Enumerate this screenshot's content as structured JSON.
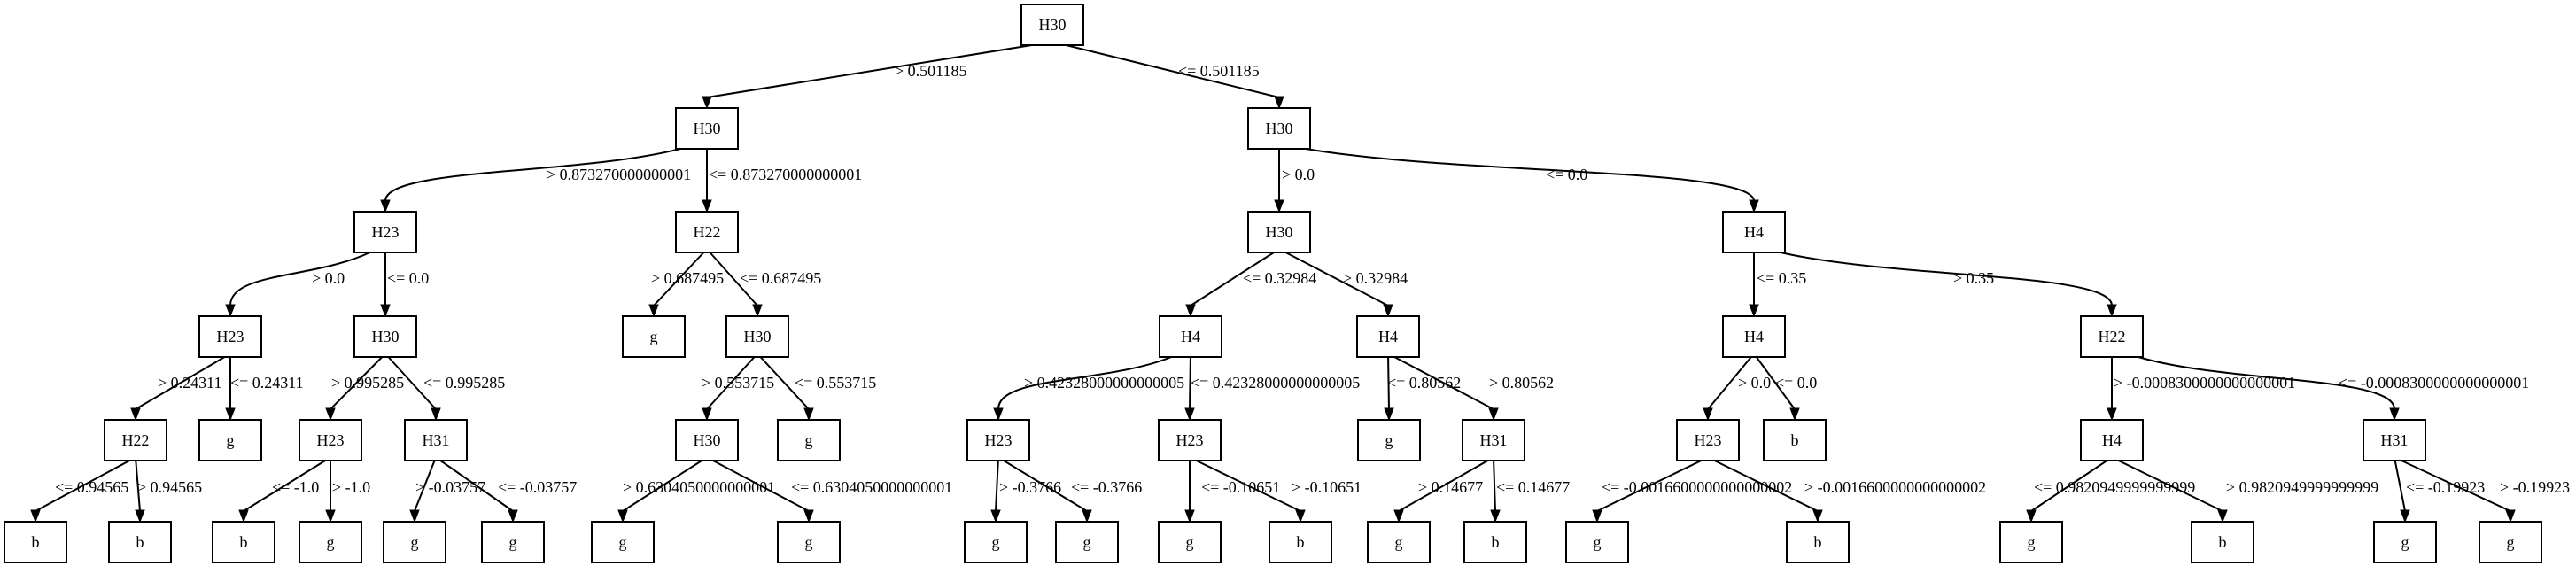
{
  "nodes": [
    {
      "id": "n0",
      "label": "H30"
    },
    {
      "id": "n1",
      "label": "H30"
    },
    {
      "id": "n2",
      "label": "H30"
    },
    {
      "id": "n3",
      "label": "H23"
    },
    {
      "id": "n4",
      "label": "H22"
    },
    {
      "id": "n5",
      "label": "H30"
    },
    {
      "id": "n6",
      "label": "H4"
    },
    {
      "id": "n7",
      "label": "H23"
    },
    {
      "id": "n8",
      "label": "H30"
    },
    {
      "id": "n9",
      "label": "g"
    },
    {
      "id": "n10",
      "label": "H30"
    },
    {
      "id": "n11",
      "label": "H4"
    },
    {
      "id": "n12",
      "label": "H4"
    },
    {
      "id": "n13",
      "label": "H4"
    },
    {
      "id": "n14",
      "label": "H22"
    },
    {
      "id": "n15",
      "label": "H22"
    },
    {
      "id": "n16",
      "label": "g"
    },
    {
      "id": "n17",
      "label": "H23"
    },
    {
      "id": "n18",
      "label": "H31"
    },
    {
      "id": "n19",
      "label": "H30"
    },
    {
      "id": "n20",
      "label": "g"
    },
    {
      "id": "n21",
      "label": "H23"
    },
    {
      "id": "n22",
      "label": "H23"
    },
    {
      "id": "n23",
      "label": "g"
    },
    {
      "id": "n24",
      "label": "H31"
    },
    {
      "id": "n25",
      "label": "H23"
    },
    {
      "id": "n26",
      "label": "b"
    },
    {
      "id": "n27",
      "label": "H4"
    },
    {
      "id": "n28",
      "label": "H31"
    },
    {
      "id": "n29",
      "label": "b"
    },
    {
      "id": "n30",
      "label": "b"
    },
    {
      "id": "n31",
      "label": "b"
    },
    {
      "id": "n32",
      "label": "g"
    },
    {
      "id": "n33",
      "label": "g"
    },
    {
      "id": "n34",
      "label": "g"
    },
    {
      "id": "n35",
      "label": "g"
    },
    {
      "id": "n36",
      "label": "g"
    },
    {
      "id": "n37",
      "label": "g"
    },
    {
      "id": "n38",
      "label": "g"
    },
    {
      "id": "n39",
      "label": "g"
    },
    {
      "id": "n40",
      "label": "b"
    },
    {
      "id": "n41",
      "label": "g"
    },
    {
      "id": "n42",
      "label": "b"
    },
    {
      "id": "n43",
      "label": "g"
    },
    {
      "id": "n44",
      "label": "b"
    },
    {
      "id": "n45",
      "label": "g"
    },
    {
      "id": "n46",
      "label": "b"
    },
    {
      "id": "n47",
      "label": "g"
    },
    {
      "id": "n48",
      "label": "g"
    }
  ],
  "edges": [
    {
      "from": "n0",
      "to": "n1",
      "label": "> 0.501185"
    },
    {
      "from": "n0",
      "to": "n2",
      "label": "<= 0.501185"
    },
    {
      "from": "n1",
      "to": "n3",
      "label": "> 0.873270000000001"
    },
    {
      "from": "n1",
      "to": "n4",
      "label": "<= 0.873270000000001"
    },
    {
      "from": "n2",
      "to": "n5",
      "label": "> 0.0"
    },
    {
      "from": "n2",
      "to": "n6",
      "label": "<= 0.0"
    },
    {
      "from": "n3",
      "to": "n7",
      "label": "> 0.0"
    },
    {
      "from": "n3",
      "to": "n8",
      "label": "<= 0.0"
    },
    {
      "from": "n4",
      "to": "n9",
      "label": "> 0.687495"
    },
    {
      "from": "n4",
      "to": "n10",
      "label": "<= 0.687495"
    },
    {
      "from": "n5",
      "to": "n11",
      "label": "<= 0.32984"
    },
    {
      "from": "n5",
      "to": "n12",
      "label": "> 0.32984"
    },
    {
      "from": "n6",
      "to": "n13",
      "label": "<= 0.35"
    },
    {
      "from": "n6",
      "to": "n14",
      "label": "> 0.35"
    },
    {
      "from": "n7",
      "to": "n15",
      "label": "> 0.24311"
    },
    {
      "from": "n7",
      "to": "n16",
      "label": "<= 0.24311"
    },
    {
      "from": "n8",
      "to": "n17",
      "label": "> 0.995285"
    },
    {
      "from": "n8",
      "to": "n18",
      "label": "<= 0.995285"
    },
    {
      "from": "n10",
      "to": "n19",
      "label": "> 0.553715"
    },
    {
      "from": "n10",
      "to": "n20",
      "label": "<= 0.553715"
    },
    {
      "from": "n11",
      "to": "n21",
      "label": "> 0.42328000000000005"
    },
    {
      "from": "n11",
      "to": "n22",
      "label": "<= 0.42328000000000005"
    },
    {
      "from": "n12",
      "to": "n23",
      "label": "<= 0.80562"
    },
    {
      "from": "n12",
      "to": "n24",
      "label": "> 0.80562"
    },
    {
      "from": "n13",
      "to": "n25",
      "label": "> 0.0"
    },
    {
      "from": "n13",
      "to": "n26",
      "label": "<= 0.0"
    },
    {
      "from": "n14",
      "to": "n27",
      "label": "> -0.0008300000000000001"
    },
    {
      "from": "n14",
      "to": "n28",
      "label": "<= -0.0008300000000000001"
    },
    {
      "from": "n15",
      "to": "n29",
      "label": "<= 0.94565"
    },
    {
      "from": "n15",
      "to": "n30",
      "label": "> 0.94565"
    },
    {
      "from": "n17",
      "to": "n31",
      "label": "<= -1.0"
    },
    {
      "from": "n17",
      "to": "n32",
      "label": "> -1.0"
    },
    {
      "from": "n18",
      "to": "n33",
      "label": "> -0.03757"
    },
    {
      "from": "n18",
      "to": "n34",
      "label": "<= -0.03757"
    },
    {
      "from": "n19",
      "to": "n35",
      "label": "> 0.6304050000000001"
    },
    {
      "from": "n19",
      "to": "n36",
      "label": "<= 0.6304050000000001"
    },
    {
      "from": "n21",
      "to": "n37",
      "label": "> -0.3766"
    },
    {
      "from": "n21",
      "to": "n38",
      "label": "<= -0.3766"
    },
    {
      "from": "n22",
      "to": "n39",
      "label": "<= -0.10651"
    },
    {
      "from": "n22",
      "to": "n40",
      "label": "> -0.10651"
    },
    {
      "from": "n24",
      "to": "n41",
      "label": "> 0.14677"
    },
    {
      "from": "n24",
      "to": "n42",
      "label": "<= 0.14677"
    },
    {
      "from": "n25",
      "to": "n43",
      "label": "<= -0.0016600000000000002"
    },
    {
      "from": "n25",
      "to": "n44",
      "label": "> -0.0016600000000000002"
    },
    {
      "from": "n27",
      "to": "n45",
      "label": "<= 0.9820949999999999"
    },
    {
      "from": "n27",
      "to": "n46",
      "label": "> 0.9820949999999999"
    },
    {
      "from": "n28",
      "to": "n47",
      "label": "<= -0.19923"
    },
    {
      "from": "n28",
      "to": "n48",
      "label": "> -0.19923"
    }
  ]
}
